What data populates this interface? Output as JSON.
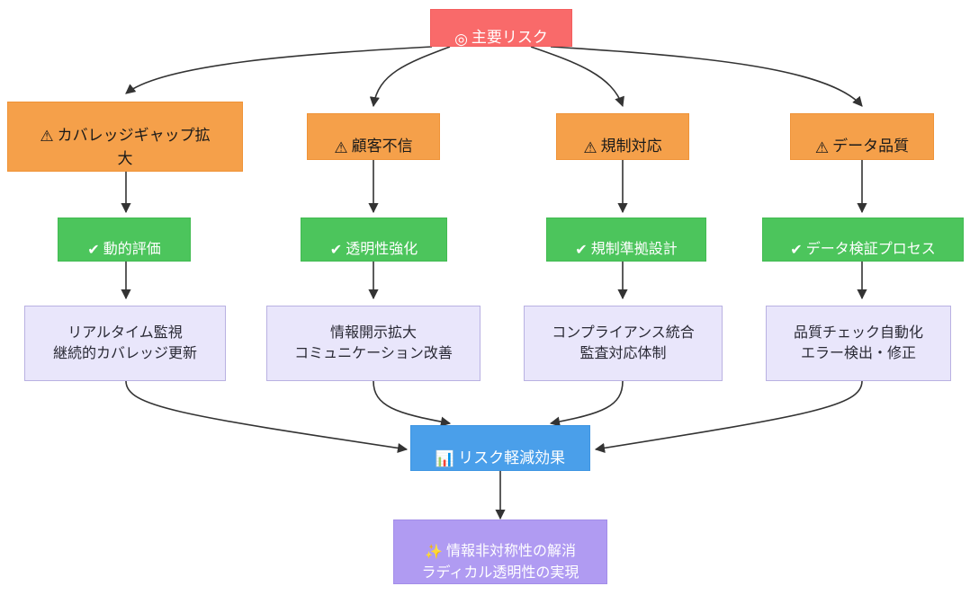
{
  "diagram": {
    "type": "flowchart",
    "direction": "top-down",
    "background": "#ffffff",
    "colors": {
      "risk_fill": "#f96a6a",
      "risk_text": "#ffffff",
      "warn_fill": "#f5a04a",
      "warn_text": "#1a1a1a",
      "ok_fill": "#4cc55c",
      "ok_text": "#ffffff",
      "detail_fill": "#e9e6fb",
      "detail_border": "#b9b1e2",
      "detail_text": "#2a2a35",
      "effect_fill": "#4a9fea",
      "effect_text": "#ffffff",
      "goal_fill": "#b09bf2",
      "goal_text": "#ffffff",
      "edge_stroke": "#333333"
    },
    "root": {
      "id": "root",
      "icon": "target-icon",
      "icon_glyph": "◎",
      "label": "主要リスク"
    },
    "risks": [
      {
        "id": "risk-coverage",
        "icon": "warning-icon",
        "icon_glyph": "⚠",
        "label": "カバレッジギャップ拡\n大"
      },
      {
        "id": "risk-distrust",
        "icon": "warning-icon",
        "icon_glyph": "⚠",
        "label": "顧客不信"
      },
      {
        "id": "risk-regulation",
        "icon": "warning-icon",
        "icon_glyph": "⚠",
        "label": "規制対応"
      },
      {
        "id": "risk-dataquality",
        "icon": "warning-icon",
        "icon_glyph": "⚠",
        "label": "データ品質"
      }
    ],
    "measures": [
      {
        "id": "measure-dynamic",
        "icon": "check-icon",
        "icon_glyph": "✔",
        "label": "動的評価"
      },
      {
        "id": "measure-transparency",
        "icon": "check-icon",
        "icon_glyph": "✔",
        "label": "透明性強化"
      },
      {
        "id": "measure-compliance",
        "icon": "check-icon",
        "icon_glyph": "✔",
        "label": "規制準拠設計"
      },
      {
        "id": "measure-validation",
        "icon": "check-icon",
        "icon_glyph": "✔",
        "label": "データ検証プロセス"
      }
    ],
    "details": [
      {
        "id": "detail-monitoring",
        "label": "リアルタイム監視\n継続的カバレッジ更新"
      },
      {
        "id": "detail-disclosure",
        "label": "情報開示拡大\nコミュニケーション改善"
      },
      {
        "id": "detail-audit",
        "label": "コンプライアンス統合\n監査対応体制"
      },
      {
        "id": "detail-qualitycheck",
        "label": "品質チェック自動化\nエラー検出・修正"
      }
    ],
    "effect": {
      "id": "effect-mitigation",
      "icon": "bar-chart-icon",
      "icon_glyph": "📊",
      "label": "リスク軽減効果"
    },
    "goal": {
      "id": "goal-outcome",
      "icon": "sparkles-icon",
      "icon_glyph": "✨",
      "label": "情報非対称性の解消\nラディカル透明性の実現"
    }
  }
}
